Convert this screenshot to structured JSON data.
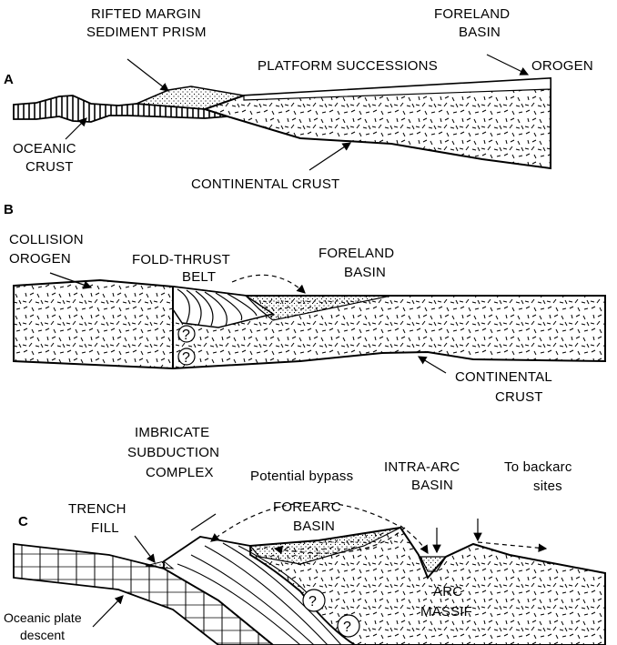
{
  "panels": {
    "a": {
      "letter": "A",
      "labels": {
        "rifted_1": "RIFTED MARGIN",
        "rifted_2": "SEDIMENT PRISM",
        "foreland_1": "FORELAND",
        "foreland_2": "BASIN",
        "orogen": "OROGEN",
        "platform": "PLATFORM SUCCESSIONS",
        "oceanic_1": "OCEANIC",
        "oceanic_2": "CRUST",
        "continental": "CONTINENTAL CRUST"
      }
    },
    "b": {
      "letter": "B",
      "labels": {
        "collision_1": "COLLISION",
        "collision_2": "OROGEN",
        "foldthrust_1": "FOLD-THRUST",
        "foldthrust_2": "BELT",
        "foreland_1": "FORELAND",
        "foreland_2": "BASIN",
        "continental_1": "CONTINENTAL",
        "continental_2": "CRUST",
        "q": "?"
      }
    },
    "c": {
      "letter": "C",
      "labels": {
        "imbricate_1": "IMBRICATE",
        "imbricate_2": "SUBDUCTION",
        "imbricate_3": "COMPLEX",
        "bypass": "Potential bypass",
        "intraarc_1": "INTRA-ARC",
        "intraarc_2": "BASIN",
        "backarc_1": "To backarc",
        "backarc_2": "sites",
        "trench_1": "TRENCH",
        "trench_2": "FILL",
        "forearc_1": "FOREARC",
        "forearc_2": "BASIN",
        "arc_1": "ARC",
        "arc_2": "MASSIF",
        "oceanic_1": "Oceanic plate",
        "oceanic_2": "descent",
        "q": "?"
      }
    }
  }
}
